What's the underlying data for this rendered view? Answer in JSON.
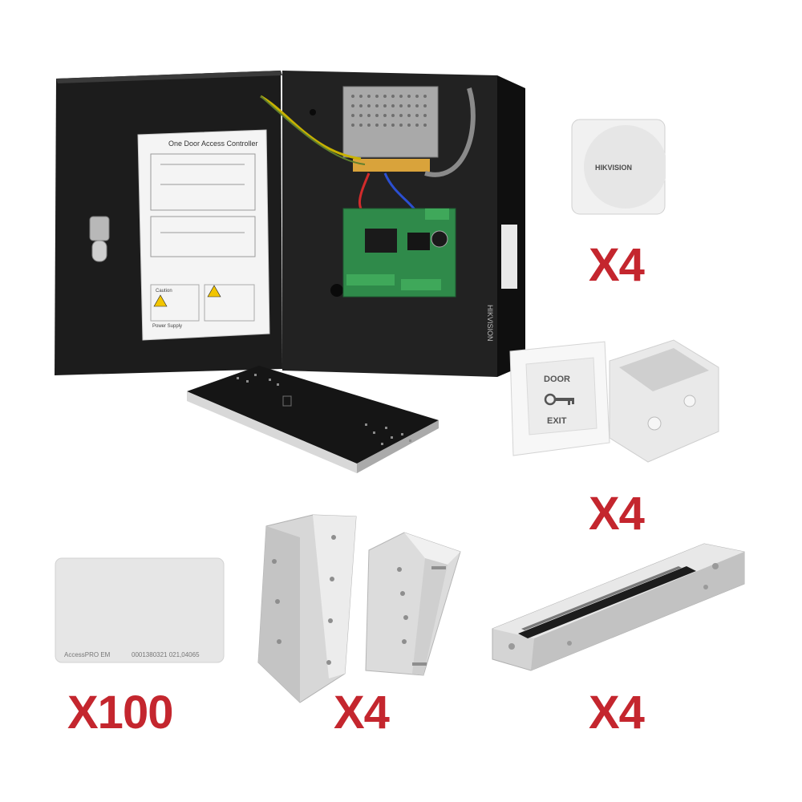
{
  "controller": {
    "manual_title": "One Door Access Controller",
    "manual_caution_heading": "Caution",
    "manual_power_heading": "Power Supply",
    "case_side_label": "HIKVISION"
  },
  "reader": {
    "brand": "HIKVISION",
    "quantity": "X4"
  },
  "exit_button": {
    "top_text": "DOOR",
    "bottom_text": "EXIT",
    "quantity": "X4"
  },
  "card": {
    "brand": "AccessPRO EM",
    "number": "0001380321 021,04065",
    "quantity": "X100"
  },
  "brackets": {
    "quantity": "X4"
  },
  "maglock": {
    "quantity": "X4"
  },
  "colors": {
    "quantity_text": "#c4262e",
    "case": "#1e1e1e",
    "pcb": "#2f8a4a"
  }
}
